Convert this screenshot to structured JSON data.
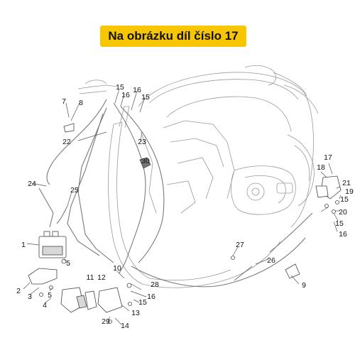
{
  "banner": {
    "text": "Na obrázku díl číslo 17",
    "color": "#f7c600"
  },
  "diagram": {
    "line_color": "#9a9a9a",
    "dark_color": "#444444",
    "callouts": [
      {
        "label": "15"
      },
      {
        "label": "16"
      },
      {
        "label": "16"
      },
      {
        "label": "15"
      },
      {
        "label": "7"
      },
      {
        "label": "8"
      },
      {
        "label": "22"
      },
      {
        "label": "23"
      },
      {
        "label": "30"
      },
      {
        "label": "24"
      },
      {
        "label": "25"
      },
      {
        "label": "1"
      },
      {
        "label": "5"
      },
      {
        "label": "2"
      },
      {
        "label": "3"
      },
      {
        "label": "5"
      },
      {
        "label": "4"
      },
      {
        "label": "10"
      },
      {
        "label": "11"
      },
      {
        "label": "12"
      },
      {
        "label": "28"
      },
      {
        "label": "16"
      },
      {
        "label": "15"
      },
      {
        "label": "13"
      },
      {
        "label": "14"
      },
      {
        "label": "29"
      },
      {
        "label": "27"
      },
      {
        "label": "26"
      },
      {
        "label": "9"
      },
      {
        "label": "17"
      },
      {
        "label": "18"
      },
      {
        "label": "21"
      },
      {
        "label": "19"
      },
      {
        "label": "15"
      },
      {
        "label": "20"
      },
      {
        "label": "15"
      },
      {
        "label": "16"
      }
    ]
  }
}
